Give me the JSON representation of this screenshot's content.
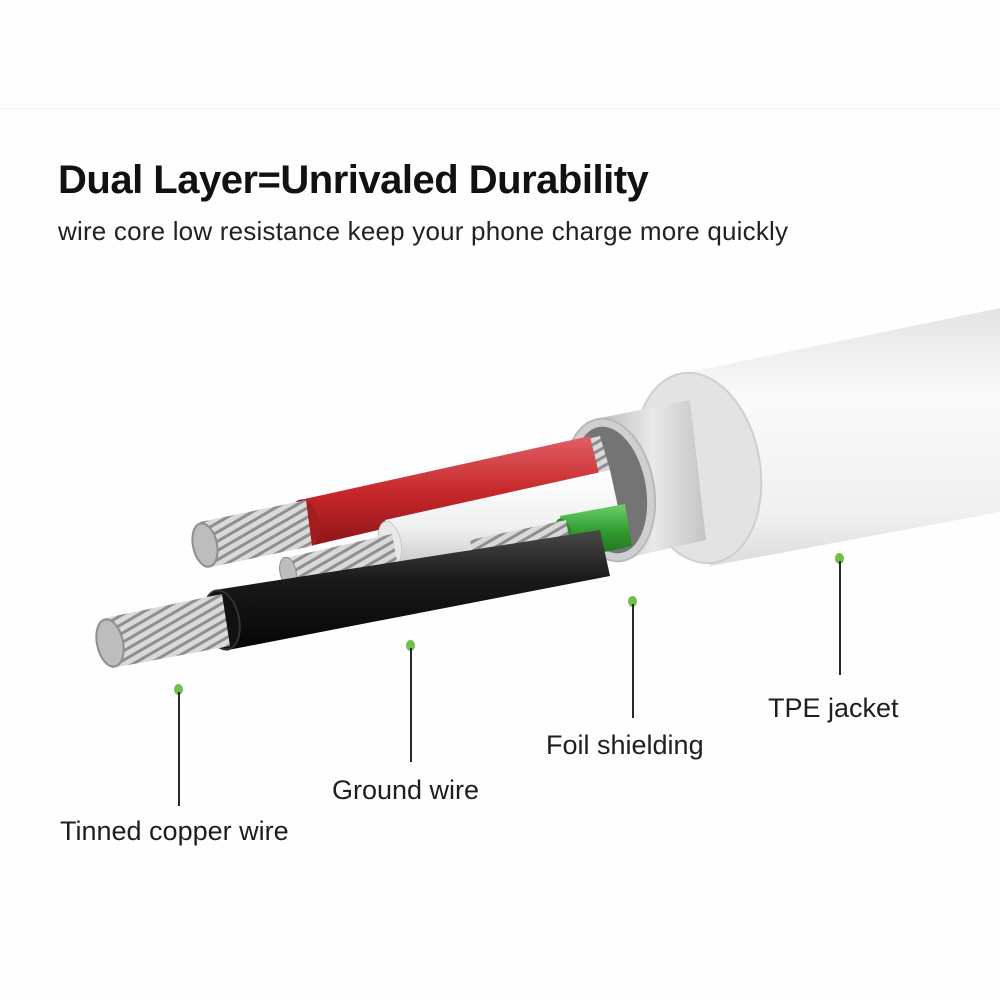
{
  "header": {
    "title": "Dual Layer=Unrivaled Durability",
    "subtitle": "wire core low resistance keep your phone charge more quickly"
  },
  "diagram": {
    "subject": "usb-cable-cross-section",
    "colors": {
      "jacket": "#f2f2f2",
      "foil": "#d6d6d6",
      "red_wire": "#c8282c",
      "white_wire": "#f4f4f4",
      "green_wire": "#2f9a2f",
      "black_wire": "#1a1a1a",
      "copper_strands": "#c9c9c9",
      "callout_dot": "#6fc04b"
    },
    "callouts": [
      {
        "label": "Tinned copper wire"
      },
      {
        "label": "Ground wire"
      },
      {
        "label": "Foil shielding"
      },
      {
        "label": "TPE jacket"
      }
    ]
  }
}
